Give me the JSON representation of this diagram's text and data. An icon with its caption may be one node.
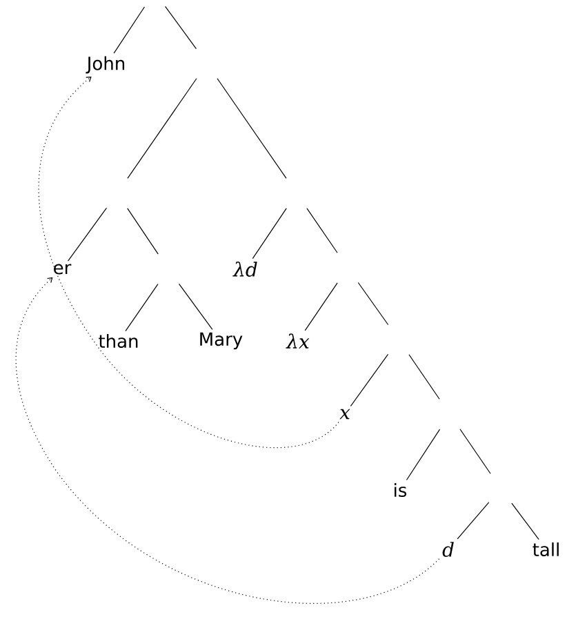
{
  "diagram": {
    "nodes": [
      {
        "text": [
          "John"
        ]
      },
      {
        "text": [
          "er"
        ]
      },
      {
        "text": [
          "λd"
        ]
      },
      {
        "text": [
          "than"
        ]
      },
      {
        "text": [
          "Mary"
        ]
      },
      {
        "text": [
          "λx"
        ]
      },
      {
        "text": [
          "x"
        ]
      },
      {
        "text": [
          "is"
        ]
      },
      {
        "text": [
          "d"
        ]
      },
      {
        "text": [
          "tall"
        ]
      }
    ],
    "edges": [
      {
        "from": null,
        "to": 0,
        "arrow": "none"
      },
      {
        "from": null,
        "to": 1,
        "arrow": "none"
      },
      {
        "from": null,
        "to": 2,
        "arrow": "none"
      },
      {
        "from": null,
        "to": 3,
        "arrow": "none"
      },
      {
        "from": null,
        "to": 4,
        "arrow": "none"
      },
      {
        "from": null,
        "to": 5,
        "arrow": "none"
      },
      {
        "from": null,
        "to": 6,
        "arrow": "none"
      },
      {
        "from": null,
        "to": 7,
        "arrow": "none"
      },
      {
        "from": null,
        "to": 8,
        "arrow": "none"
      },
      {
        "from": null,
        "to": 9,
        "arrow": "none"
      },
      {
        "from": 6,
        "to": 0,
        "arrow": "to",
        "style": "dashed"
      },
      {
        "from": 8,
        "to": 1,
        "arrow": "to",
        "style": "dashed"
      }
    ]
  }
}
